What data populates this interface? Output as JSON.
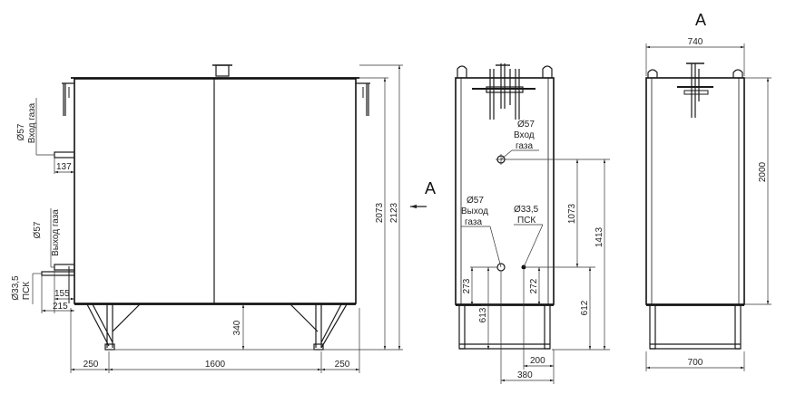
{
  "view_letter": "A",
  "front": {
    "dim_total_height": "2123",
    "dim_body_height": "2073",
    "dim_leg_height": "340",
    "dim_inlet_offset": "137",
    "dim_outlet_offset_1": "155",
    "dim_outlet_offset_2": "215",
    "dim_left_overhang": "250",
    "dim_width": "1600",
    "dim_right_overhang": "250",
    "inlet_diameter": "Ø57",
    "inlet_label": "Вход газа",
    "outlet_diameter": "Ø57",
    "outlet_label": "Выход газа",
    "psk_diameter": "Ø33,5",
    "psk_label": "ПСК"
  },
  "side": {
    "inlet_diameter": "Ø57",
    "inlet_label_line1": "Вход",
    "inlet_label_line2": "газа",
    "outlet_diameter": "Ø57",
    "outlet_label_line1": "Выход",
    "outlet_label_line2": "газа",
    "psk_diameter": "Ø33,5",
    "psk_label": "ПСК",
    "dim_1413": "1413",
    "dim_1073": "1073",
    "dim_612": "612",
    "dim_613": "613",
    "dim_273": "273",
    "dim_272": "272",
    "dim_200": "200",
    "dim_380": "380"
  },
  "view_a": {
    "dim_top_width": "740",
    "dim_height": "2000",
    "dim_bottom_width": "700"
  }
}
